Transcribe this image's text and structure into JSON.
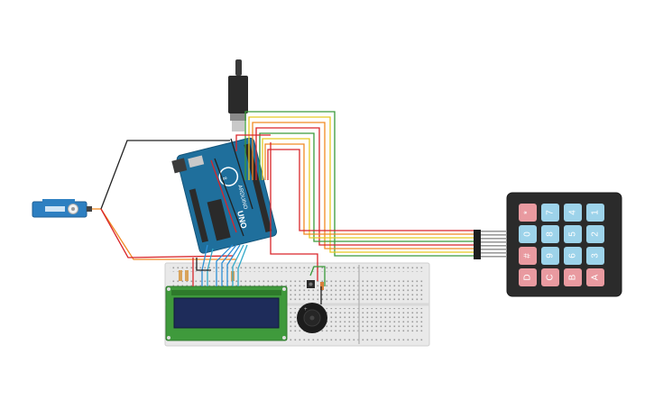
{
  "arduino": {
    "brand": "ARDUINO",
    "model": "UNO"
  },
  "keypad": {
    "keys": [
      {
        "label": "1",
        "type": "num"
      },
      {
        "label": "2",
        "type": "num"
      },
      {
        "label": "3",
        "type": "num"
      },
      {
        "label": "A",
        "type": "alpha"
      },
      {
        "label": "4",
        "type": "num"
      },
      {
        "label": "5",
        "type": "num"
      },
      {
        "label": "6",
        "type": "num"
      },
      {
        "label": "B",
        "type": "alpha"
      },
      {
        "label": "7",
        "type": "num"
      },
      {
        "label": "8",
        "type": "num"
      },
      {
        "label": "9",
        "type": "num"
      },
      {
        "label": "C",
        "type": "alpha"
      },
      {
        "label": "*",
        "type": "alpha"
      },
      {
        "label": "0",
        "type": "num"
      },
      {
        "label": "#",
        "type": "alpha"
      },
      {
        "label": "D",
        "type": "alpha"
      }
    ]
  },
  "colors": {
    "arduino_board": "#1f6f9c",
    "keypad_body": "#2b2b2b",
    "key_num": "#9dd3ea",
    "key_alpha": "#e99aa0",
    "lcd_board": "#3f9a3c",
    "lcd_screen": "#1e2c5a",
    "breadboard": "#e9e9e9",
    "wire_red": "#d9252a",
    "wire_orange": "#f08a24",
    "wire_yellow": "#e8c923",
    "wire_green": "#3a9a3a",
    "wire_black": "#222222",
    "wire_blue": "#2c8fd6",
    "wire_cyan": "#33a9c9"
  },
  "icons": [
    "servo-motor-icon",
    "usb-plug-icon",
    "piezo-buzzer-icon",
    "photoresistor-icon"
  ]
}
